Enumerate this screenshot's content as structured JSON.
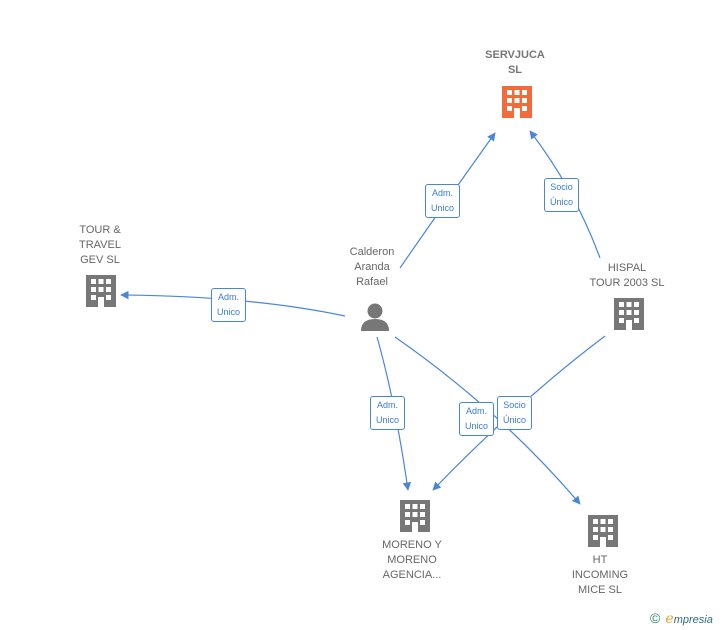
{
  "nodes": {
    "servjuca": {
      "label": "SERVJUCA\nSL",
      "color": "#f26b3a"
    },
    "tour_travel": {
      "label": "TOUR &\nTRAVEL\nGEV  SL",
      "color": "#777777"
    },
    "calderon": {
      "label": "Calderon\nAranda\nRafael",
      "color": "#777777"
    },
    "hispal": {
      "label": "HISPAL\nTOUR 2003  SL",
      "color": "#777777"
    },
    "moreno": {
      "label": "MORENO Y\nMORENO\nAGENCIA...",
      "color": "#777777"
    },
    "ht": {
      "label": "HT\nINCOMING\nMICE SL",
      "color": "#777777"
    }
  },
  "edges": {
    "calderon_servjuca": "Adm.\nUnico",
    "hispal_servjuca": "Socio\nÚnico",
    "calderon_tour": "Adm.\nUnico",
    "calderon_moreno": "Adm.\nUnico",
    "calderon_ht": "Adm.\nUnico",
    "hispal_moreno": "Socio\nÚnico"
  },
  "footer": {
    "copyright": "©",
    "brand_initial": "e",
    "brand_rest": "mpresia"
  },
  "colors": {
    "edge": "#4a86d8",
    "accent": "#f26b3a"
  }
}
